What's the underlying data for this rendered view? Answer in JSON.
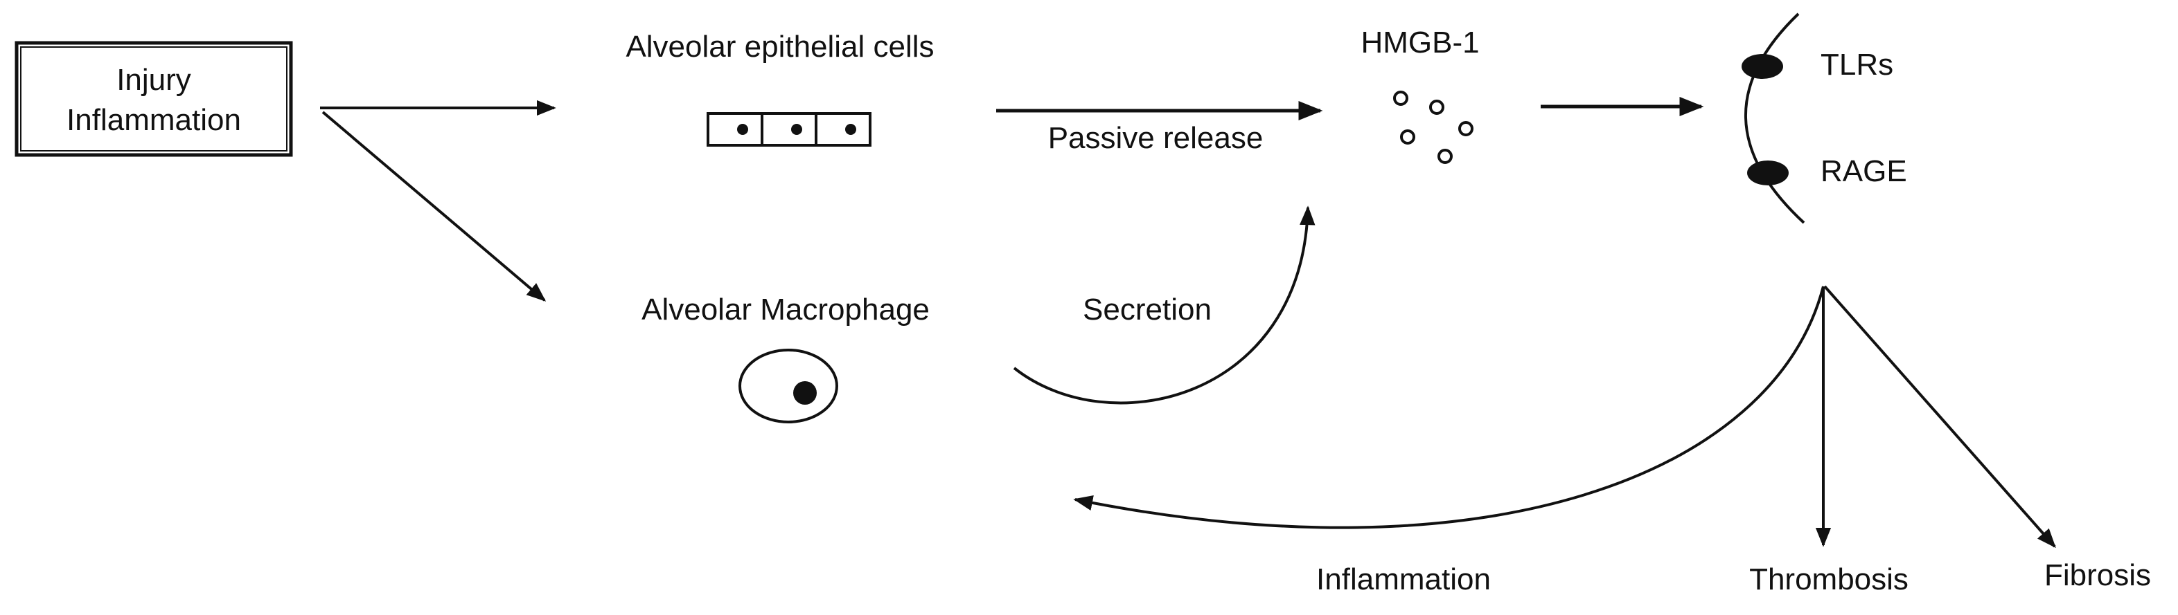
{
  "diagram": {
    "injury_box": {
      "line1": "Injury",
      "line2": "Inflammation"
    },
    "epithelial_label": "Alveolar epithelial cells",
    "macrophage_label": "Alveolar Macrophage",
    "passive_release_label": "Passive release",
    "secretion_label": "Secretion",
    "hmgb1_label": "HMGB-1",
    "receptors": {
      "tlr_label": "TLRs",
      "rage_label": "RAGE"
    },
    "outcomes": {
      "inflammation": "Inflammation",
      "thrombosis": "Thrombosis",
      "fibrosis": "Fibrosis"
    },
    "colors": {
      "ink": "#111111",
      "background": "#ffffff"
    }
  }
}
